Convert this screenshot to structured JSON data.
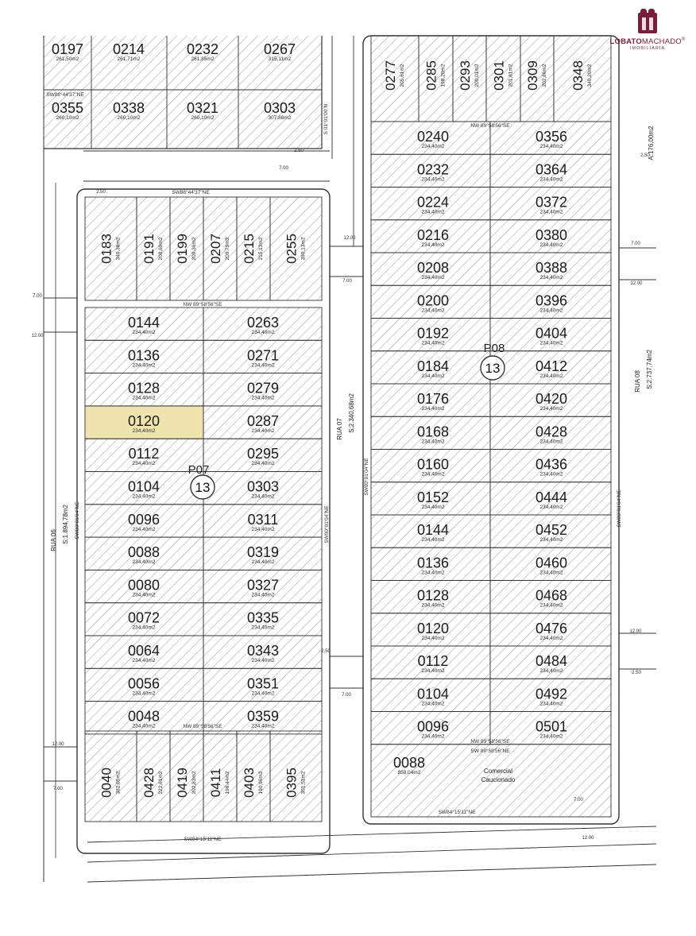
{
  "brand": {
    "name_bold": "LOBATO",
    "name_light": "MACHADO",
    "registered": "®",
    "subtitle": "IMOBILIÁRIA",
    "color": "#7a1f3a"
  },
  "colors": {
    "hatch": "#9a9a9a",
    "line": "#333333",
    "highlight": "#efe4ad"
  },
  "streets": {
    "rua06_name": "RUA 06",
    "rua06_area": "S:1.894,78m2",
    "rua07_name": "RUA 07",
    "rua07_area": "S:2.340,68m2",
    "rua08_name": "RUA 08",
    "rua08_area": "S:2.737,74m2",
    "rua08_length": "A:176,00m2"
  },
  "blocks": {
    "p07": {
      "label": "P07",
      "number": "13"
    },
    "p08": {
      "label": "P08",
      "number": "13"
    }
  },
  "bearings": {
    "p07_top": "SW88°44'37\"NE",
    "p07_upper_row": "NW 89°58'56\"SE",
    "p07_lower_row": "NW 89°58'56\"SE",
    "p07_bottom": "SW84°15'11\"NE",
    "p07_left": "SW00°01'04\"NE",
    "p07_right": "SW00°01'04\"NE",
    "p08_left": "SW00°01'04\"NE",
    "p08_right": "SW00°01'04\"NE",
    "p08_top_row": "NW 89°58'56\"SE",
    "p08_bottom_row1": "NW 89°58'56\"SE",
    "p08_bottom_row2": "SW 89°58'56\"NE",
    "p08_bottom": "SW84°15'11\"NE",
    "top_block_mid": "SW88°44'37\"NE",
    "top_block_side": "S 01°01'00\"N"
  },
  "top_block": {
    "row1": [
      {
        "n": "0197",
        "a": "261,50m2"
      },
      {
        "n": "0214",
        "a": "261,71m2"
      },
      {
        "n": "0232",
        "a": "261,85m2"
      },
      {
        "n": "0267",
        "a": "315,11m2"
      }
    ],
    "row2": [
      {
        "n": "0355",
        "a": "260,10m2"
      },
      {
        "n": "0338",
        "a": "260,10m2"
      },
      {
        "n": "0321",
        "a": "260,10m2"
      },
      {
        "n": "0303",
        "a": "307,88m2"
      }
    ]
  },
  "p07": {
    "top_vertical": [
      {
        "n": "0183",
        "a": "340,38m2"
      },
      {
        "n": "0191",
        "a": "208,69m2"
      },
      {
        "n": "0199",
        "a": "209,36m2"
      },
      {
        "n": "0207",
        "a": "209,79m2"
      },
      {
        "n": "0215",
        "a": "215,13m2"
      },
      {
        "n": "0255",
        "a": "390,13m2"
      }
    ],
    "left_col": [
      {
        "n": "0144",
        "a": "234,40m2"
      },
      {
        "n": "0136",
        "a": "234,40m2"
      },
      {
        "n": "0128",
        "a": "234,40m2"
      },
      {
        "n": "0120",
        "a": "234,40m2"
      },
      {
        "n": "0112",
        "a": "234,40m2"
      },
      {
        "n": "0104",
        "a": "234,40m2"
      },
      {
        "n": "0096",
        "a": "234,40m2"
      },
      {
        "n": "0088",
        "a": "234,40m2"
      },
      {
        "n": "0080",
        "a": "234,40m2"
      },
      {
        "n": "0072",
        "a": "234,40m2"
      },
      {
        "n": "0064",
        "a": "234,40m2"
      },
      {
        "n": "0056",
        "a": "234,40m2"
      },
      {
        "n": "0048",
        "a": "234,40m2"
      }
    ],
    "right_col": [
      {
        "n": "0263",
        "a": "234,40m2"
      },
      {
        "n": "0271",
        "a": "234,40m2"
      },
      {
        "n": "0279",
        "a": "234,40m2"
      },
      {
        "n": "0287",
        "a": "234,40m2"
      },
      {
        "n": "0295",
        "a": "234,40m2"
      },
      {
        "n": "0303",
        "a": "234,40m2"
      },
      {
        "n": "0311",
        "a": "234,40m2"
      },
      {
        "n": "0319",
        "a": "234,40m2"
      },
      {
        "n": "0327",
        "a": "234,40m2"
      },
      {
        "n": "0335",
        "a": "234,40m2"
      },
      {
        "n": "0343",
        "a": "234,40m2"
      },
      {
        "n": "0351",
        "a": "234,40m2"
      },
      {
        "n": "0359",
        "a": "234,40m2"
      }
    ],
    "bottom_vertical": [
      {
        "n": "0040",
        "a": "382,05m2"
      },
      {
        "n": "0428",
        "a": "222,61m2"
      },
      {
        "n": "0419",
        "a": "202,83m2"
      },
      {
        "n": "0411",
        "a": "196,44m2"
      },
      {
        "n": "0403",
        "a": "190,96m2"
      },
      {
        "n": "0395",
        "a": "301,52m2"
      }
    ],
    "highlighted_lot": "0120"
  },
  "p08": {
    "top_vertical": [
      {
        "n": "0277",
        "a": "205,61m2"
      },
      {
        "n": "0285",
        "a": "198,20m2"
      },
      {
        "n": "0293",
        "a": "200,01m2"
      },
      {
        "n": "0301",
        "a": "201,81m2"
      },
      {
        "n": "0309",
        "a": "202,86m2"
      },
      {
        "n": "0348",
        "a": "340,20m2"
      }
    ],
    "left_col": [
      {
        "n": "0240",
        "a": "234,40m2"
      },
      {
        "n": "0232",
        "a": "234,40m2"
      },
      {
        "n": "0224",
        "a": "234,40m2"
      },
      {
        "n": "0216",
        "a": "234,40m2"
      },
      {
        "n": "0208",
        "a": "234,40m2"
      },
      {
        "n": "0200",
        "a": "234,40m2"
      },
      {
        "n": "0192",
        "a": "234,40m2"
      },
      {
        "n": "0184",
        "a": "234,40m2"
      },
      {
        "n": "0176",
        "a": "234,40m2"
      },
      {
        "n": "0168",
        "a": "234,40m2"
      },
      {
        "n": "0160",
        "a": "234,40m2"
      },
      {
        "n": "0152",
        "a": "234,40m2"
      },
      {
        "n": "0144",
        "a": "234,40m2"
      },
      {
        "n": "0136",
        "a": "234,40m2"
      },
      {
        "n": "0128",
        "a": "234,40m2"
      },
      {
        "n": "0120",
        "a": "234,40m2"
      },
      {
        "n": "0112",
        "a": "234,40m2"
      },
      {
        "n": "0104",
        "a": "234,40m2"
      },
      {
        "n": "0096",
        "a": "234,40m2"
      }
    ],
    "right_col": [
      {
        "n": "0356",
        "a": "234,40m2"
      },
      {
        "n": "0364",
        "a": "234,40m2"
      },
      {
        "n": "0372",
        "a": "234,40m2"
      },
      {
        "n": "0380",
        "a": "234,40m2"
      },
      {
        "n": "0388",
        "a": "234,40m2"
      },
      {
        "n": "0396",
        "a": "234,40m2"
      },
      {
        "n": "0404",
        "a": "234,40m2"
      },
      {
        "n": "0412",
        "a": "234,40m2"
      },
      {
        "n": "0420",
        "a": "234,40m2"
      },
      {
        "n": "0428",
        "a": "234,40m2"
      },
      {
        "n": "0436",
        "a": "234,40m2"
      },
      {
        "n": "0444",
        "a": "234,40m2"
      },
      {
        "n": "0452",
        "a": "234,40m2"
      },
      {
        "n": "0460",
        "a": "234,40m2"
      },
      {
        "n": "0468",
        "a": "234,40m2"
      },
      {
        "n": "0476",
        "a": "234,40m2"
      },
      {
        "n": "0484",
        "a": "234,40m2"
      },
      {
        "n": "0492",
        "a": "234,40m2"
      },
      {
        "n": "0501",
        "a": "234,40m2"
      }
    ],
    "commercial_lot": {
      "n": "0088",
      "a": "858,04m2",
      "label1": "Comercial",
      "label2": "Caucionado"
    }
  },
  "dimensions": [
    "7.00",
    "12.00",
    "2.50",
    "7.00",
    "12.00",
    "7.00",
    "12.00",
    "7.00",
    "7.00",
    "12.00",
    "2.50",
    "2.50",
    "7.00",
    "12.00",
    "2.50",
    "7.00",
    "12.00",
    "2.50"
  ]
}
